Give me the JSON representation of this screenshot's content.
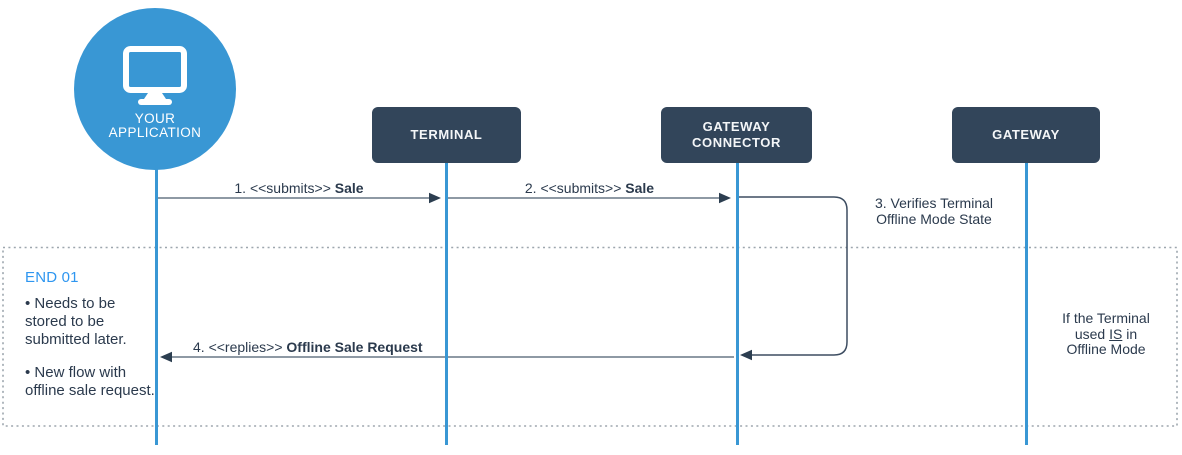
{
  "diagram": {
    "actors": [
      {
        "id": "your-application",
        "label_line1": "YOUR",
        "label_line2": "APPLICATION"
      },
      {
        "id": "terminal",
        "label": "TERMINAL"
      },
      {
        "id": "gateway-connector",
        "label": "GATEWAY CONNECTOR"
      },
      {
        "id": "gateway",
        "label": "GATEWAY"
      }
    ],
    "messages": [
      {
        "prefix": "1. <<submits>> ",
        "bold": "Sale"
      },
      {
        "prefix": "2. <<submits>> ",
        "bold": "Sale"
      },
      {
        "line1": "3. Verifies Terminal",
        "line2": "Offline Mode State"
      },
      {
        "prefix": "4. <<replies>> ",
        "bold": "Offline Sale Request"
      }
    ],
    "region": {
      "title": "END 01",
      "bullets": [
        "• Needs to be stored to be submitted later.",
        "• New flow with offline sale request."
      ]
    },
    "side_note": {
      "line1": "If the Terminal",
      "line2_pre": "used ",
      "line2_underlined": "IS",
      "line2_post": " in",
      "line3": "Offline Mode"
    },
    "colors": {
      "actor_blue": "#3997d4",
      "node_box": "#32455a",
      "arrow_line": "#8e99a4",
      "arrow_head": "#2c3e50",
      "loop_line": "#3d4d61",
      "region_border": "#9da6ae",
      "region_title_blue": "#2e96f0",
      "text_dark": "#2b3a4d"
    }
  }
}
